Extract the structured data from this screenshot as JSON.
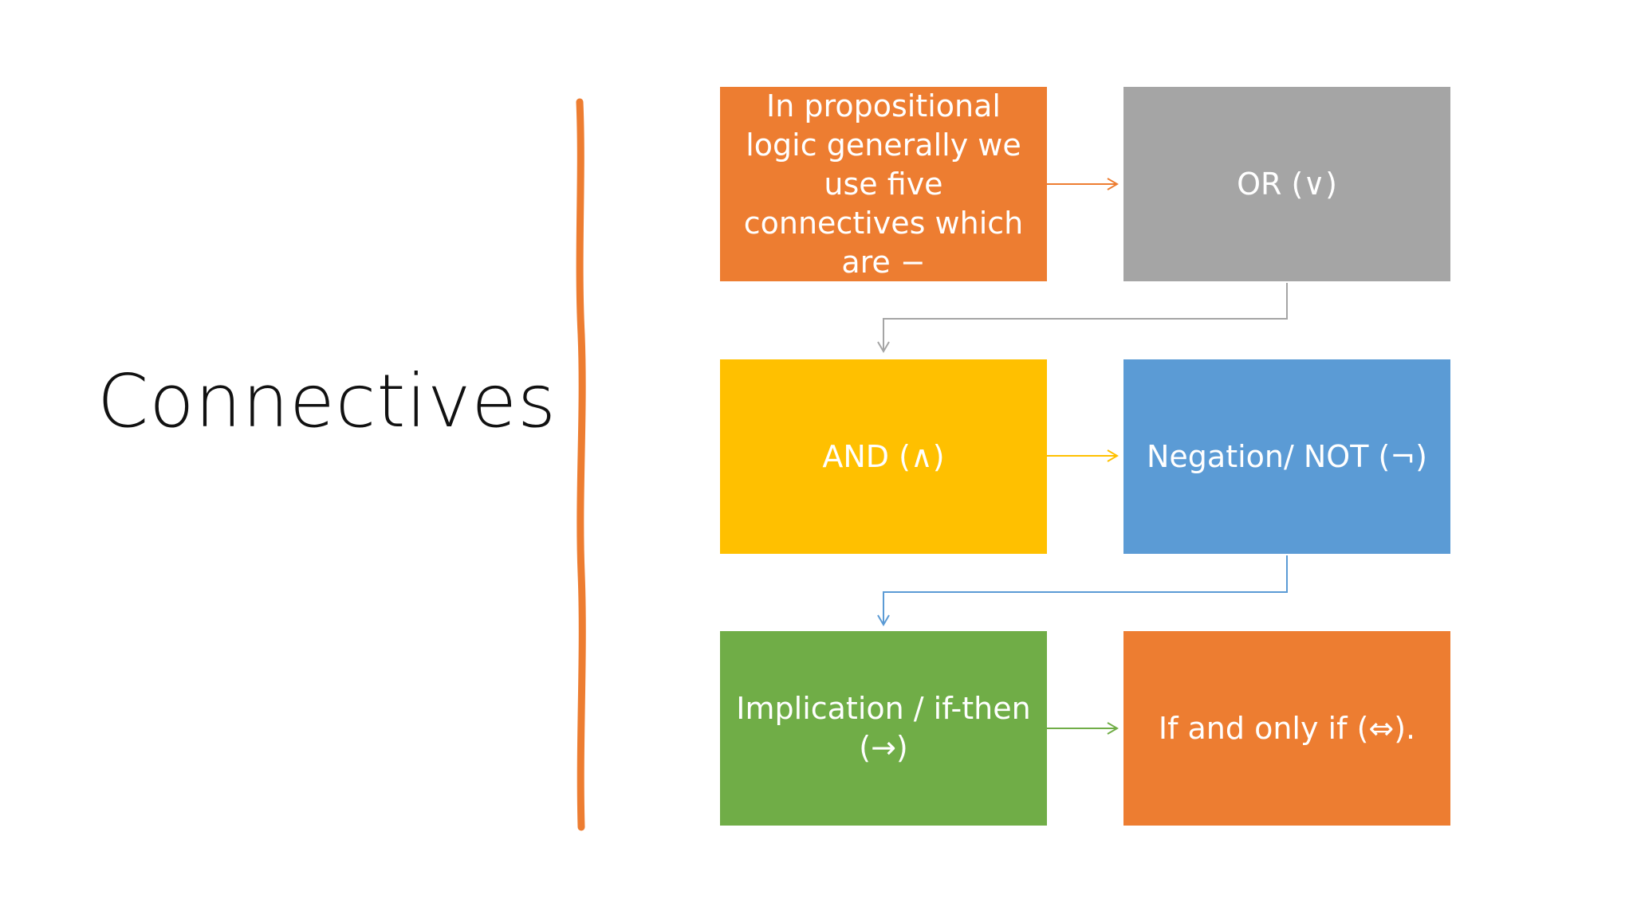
{
  "slide": {
    "title": "Connectives"
  },
  "diagram": {
    "nodes": [
      {
        "id": "intro",
        "text": "In propositional logic generally we use five connectives which are −",
        "color": "#ED7D31"
      },
      {
        "id": "or",
        "text": "OR (∨)",
        "color": "#A5A5A5"
      },
      {
        "id": "and",
        "text": "AND (∧)",
        "color": "#FFC000"
      },
      {
        "id": "not",
        "text": "Negation/ NOT (¬)",
        "color": "#5B9BD5"
      },
      {
        "id": "implication",
        "text": "Implication / if-then (→)",
        "color": "#70AD47"
      },
      {
        "id": "iff",
        "text": "If and only if (⇔).",
        "color": "#ED7D31"
      }
    ],
    "edges": [
      {
        "from": "intro",
        "to": "or",
        "color": "#ED7D31"
      },
      {
        "from": "or",
        "to": "and",
        "color": "#A5A5A5"
      },
      {
        "from": "and",
        "to": "not",
        "color": "#FFC000"
      },
      {
        "from": "not",
        "to": "implication",
        "color": "#5B9BD5"
      },
      {
        "from": "implication",
        "to": "iff",
        "color": "#70AD47"
      }
    ],
    "divider_color": "#ED7D31"
  }
}
